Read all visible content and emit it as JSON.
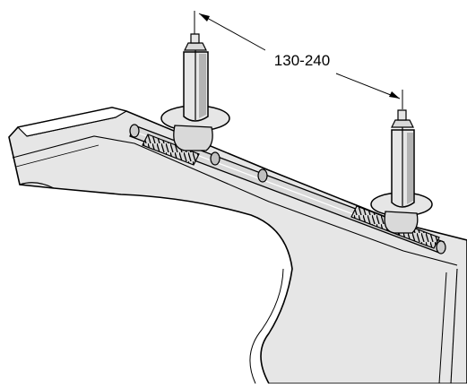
{
  "dimension": {
    "label": "130-240"
  },
  "colors": {
    "part_fill": "#e6e6e6",
    "part_shadow": "#b3b3b3",
    "line": "#000000",
    "background": "#ffffff"
  },
  "parts": {
    "left_pin": "pin",
    "right_pin": "pin",
    "rod": "rod",
    "springs": "spring"
  }
}
